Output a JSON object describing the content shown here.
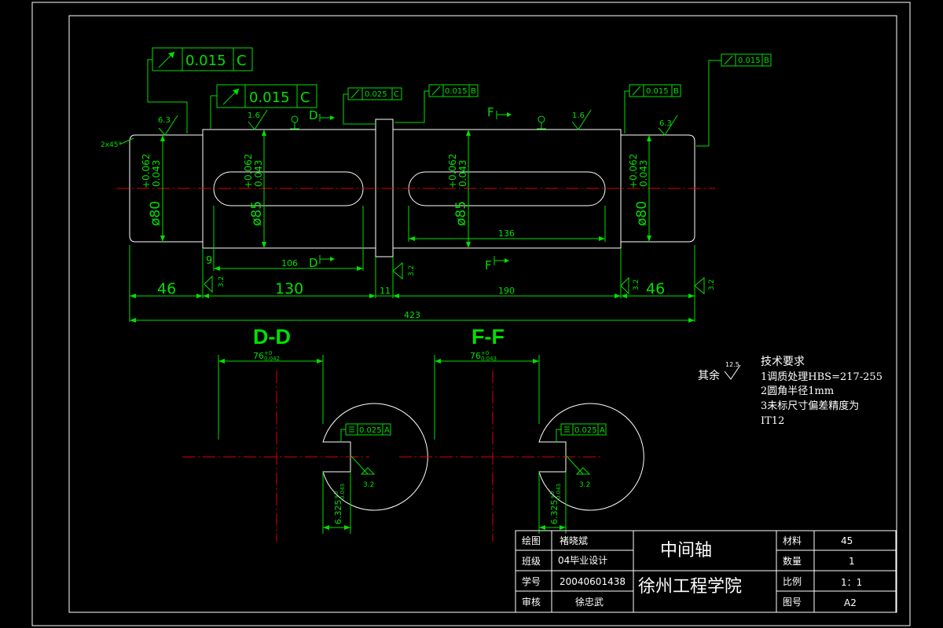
{
  "title_block": {
    "drawn_label": "绘图",
    "drawn_value": "褚晓斌",
    "class_label": "班级",
    "class_value": "04毕业设计",
    "id_label": "学号",
    "id_value": "20040601438",
    "review_label": "审核",
    "review_value": "徐忠武",
    "part_name": "中间轴",
    "school": "徐州工程学院",
    "material_label": "材料",
    "material_value": "45",
    "quantity_label": "数量",
    "quantity_value": "1",
    "scale_label": "比例",
    "scale_value": "1：1",
    "drawing_no_label": "图号",
    "drawing_no_value": "A2"
  },
  "tech_requirements": {
    "heading": "技术要求",
    "item1": "1调质处理HBS=217-255",
    "item2": "2圆角半径1mm",
    "item3": "3未标尺寸偏差精度为",
    "item3b": "IT12"
  },
  "rest_roughness": {
    "label": "其余",
    "value": "12.5"
  },
  "sections": {
    "dd": "D-D",
    "ff": "F-F"
  },
  "section_marks": {
    "d": "D",
    "f": "F"
  },
  "dimensions": {
    "d46_left": "46",
    "d130": "130",
    "d11": "11",
    "d190": "190",
    "d46_right": "46",
    "d423": "423",
    "d106": "106",
    "d136": "136",
    "d9": "9",
    "chamfer": "2x45°",
    "dia80_main": "ø80",
    "dia85_main": "ø85",
    "tol_upper": "+0.062",
    "tol_lower": "0.043",
    "key76_main": "76",
    "key76_upper": "+0",
    "key76_lower_dd": "0.042",
    "key76_lower_ff": "0.043",
    "keyw_main": "6.325",
    "keyw_upper": "+0",
    "keyw_lower": "0.043"
  },
  "roughness": {
    "r63": "6.3",
    "r16": "1.6",
    "r32": "3.2"
  },
  "tolerances": {
    "big1_value": "0.015",
    "big1_datum": "C",
    "big2_value": "0.015",
    "big2_datum": "C",
    "small_c_value": "0.025",
    "small_c_datum": "C",
    "small_b1_value": "0.015",
    "small_b1_datum": "B",
    "small_b2_value": "0.015",
    "small_b2_datum": "B",
    "top_right_value": "0.015",
    "top_right_datum": "B",
    "sym_value": "0.025",
    "sym_datum": "A"
  }
}
